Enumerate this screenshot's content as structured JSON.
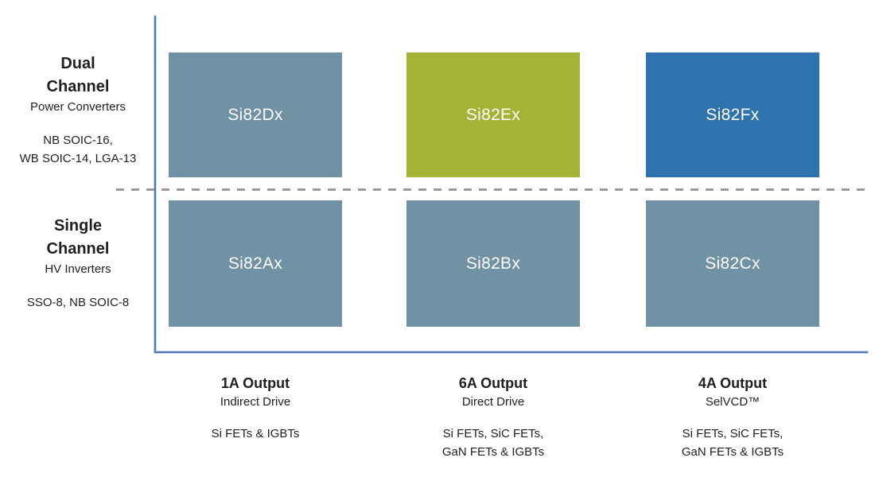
{
  "diagram": {
    "rows": [
      {
        "title": "Dual\nChannel",
        "subtitle": "Power Converters",
        "packages": "NB SOIC-16,\nWB SOIC-14, LGA-13",
        "cells": [
          {
            "part": "Si82Dx",
            "color": "#7191a5"
          },
          {
            "part": "Si82Ex",
            "color": "#a2b335"
          },
          {
            "part": "Si82Fx",
            "color": "#2e72ae"
          }
        ]
      },
      {
        "title": "Single\nChannel",
        "subtitle": "HV Inverters",
        "packages": "SSO-8, NB SOIC-8",
        "cells": [
          {
            "part": "Si82Ax",
            "color": "#7191a5"
          },
          {
            "part": "Si82Bx",
            "color": "#7191a5"
          },
          {
            "part": "Si82Cx",
            "color": "#7191a5"
          }
        ]
      }
    ],
    "columns": [
      {
        "output": "1A Output",
        "drive": "Indirect Drive",
        "transistors": "Si FETs & IGBTs"
      },
      {
        "output": "6A Output",
        "drive": "Direct Drive",
        "transistors": "Si FETs, SiC FETs,\nGaN FETs & IGBTs"
      },
      {
        "output": "4A Output",
        "drive": "SelVCD™",
        "transistors": "Si FETs, SiC FETs,\nGaN FETs & IGBTs"
      }
    ],
    "colors": {
      "axis": "#4d78b4",
      "divider": "#9a9a9a",
      "cell_text": "#ffffff",
      "label_text": "#1f1f1f"
    }
  }
}
